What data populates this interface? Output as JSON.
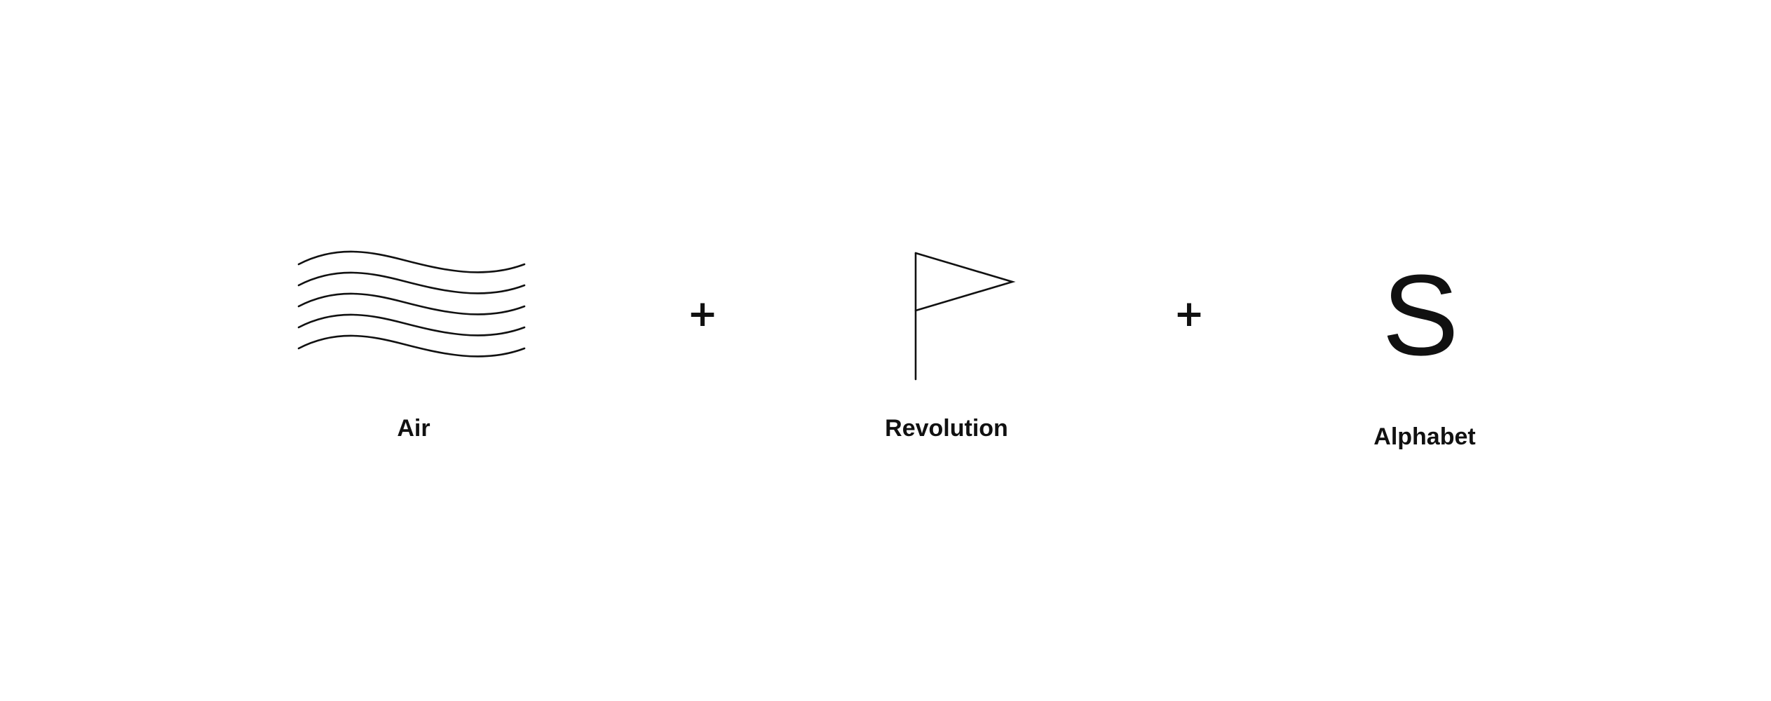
{
  "items": [
    {
      "label": "Air",
      "icon": "wind-waves-icon"
    },
    {
      "label": "Revolution",
      "icon": "flag-icon"
    },
    {
      "label": "Alphabet",
      "icon": "letter-icon",
      "glyph": "S"
    }
  ],
  "operators": [
    "+",
    "+"
  ],
  "colors": {
    "stroke": "#111111",
    "background": "#ffffff"
  }
}
